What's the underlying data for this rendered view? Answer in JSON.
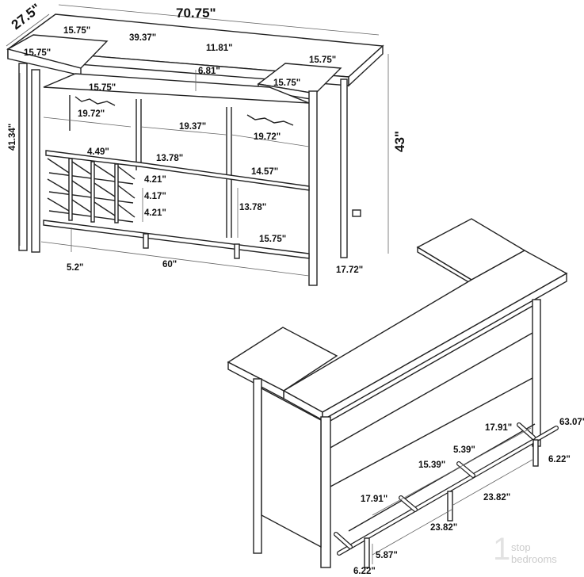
{
  "diagram": {
    "subject": "Bar unit dimension drawing",
    "front_view": {
      "overall_depth": "27.5\"",
      "overall_width": "70.75\"",
      "overall_height": "43\"",
      "side_height": "41.34\"",
      "top_left_wing_depth": "15.75\"",
      "top_left_wing_width": "15.75\"",
      "top_center_span": "39.37\"",
      "top_back_depth": "11.81\"",
      "top_clearance": "6.81\"",
      "top_right_wing_depth": "15.75\"",
      "top_right_wing_width": "15.75\"",
      "upper_shelf_depth": "15.75\"",
      "left_cubby_width": "19.72\"",
      "center_cubby_width": "19.37\"",
      "right_cubby_width": "19.72\"",
      "wine_slot_width": "4.49\"",
      "center_cubby_height": "13.78\"",
      "right_shelf_depth": "14.57\"",
      "wine_row_1": "4.21\"",
      "wine_row_2": "4.17\"",
      "wine_row_3": "4.21\"",
      "lower_cubby_height": "13.78\"",
      "bottom_shelf_depth": "15.75\"",
      "floor_clearance": "5.2\"",
      "inner_width": "60\"",
      "side_depth": "17.72\""
    },
    "back_view": {
      "rail_length": "63.07\"",
      "rail_segment_right": "17.91\"",
      "rail_spacing": "5.39\"",
      "rail_segment_mid": "15.39\"",
      "leg_offset_right": "6.22\"",
      "rail_segment_left": "17.91\"",
      "leg_spacing_upper": "23.82\"",
      "leg_spacing_lower": "23.82\"",
      "rail_height": "5.87\"",
      "leg_offset_left": "6.22\""
    },
    "watermark": {
      "line1": "stop",
      "line2": "bedrooms",
      "mark": "1"
    }
  }
}
